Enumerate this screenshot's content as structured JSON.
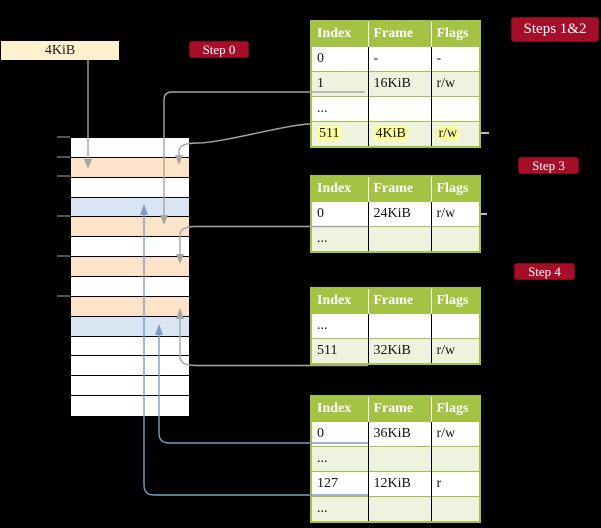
{
  "page_size_label": {
    "text": "4KiB"
  },
  "badges": {
    "step0": "Step 0",
    "steps12": "Steps 1&2",
    "step3": "Step 3",
    "step4": "Step 4"
  },
  "memory": {
    "row_colors": [
      "white",
      "orange",
      "white",
      "blue",
      "orange",
      "white",
      "orange",
      "white",
      "orange",
      "blue",
      "white",
      "white",
      "white",
      "white"
    ]
  },
  "tables": {
    "headers": [
      "Index",
      "Frame",
      "Flags"
    ],
    "t1": {
      "rows": [
        {
          "cells": [
            "0",
            "-",
            "-"
          ]
        },
        {
          "cells": [
            "1",
            "16KiB",
            "r/w"
          ]
        },
        {
          "cells": [
            "...",
            "",
            ""
          ]
        },
        {
          "cells": [
            "511",
            "4KiB",
            "r/w"
          ],
          "highlighted": true
        }
      ]
    },
    "t2": {
      "rows": [
        {
          "cells": [
            "0",
            "24KiB",
            "r/w"
          ]
        },
        {
          "cells": [
            "...",
            "",
            ""
          ]
        }
      ]
    },
    "t3": {
      "rows": [
        {
          "cells": [
            "...",
            "",
            ""
          ]
        },
        {
          "cells": [
            "511",
            "32KiB",
            "r/w"
          ]
        }
      ]
    },
    "t4": {
      "rows": [
        {
          "cells": [
            "0",
            "36KiB",
            "r/w"
          ]
        },
        {
          "cells": [
            "...",
            "",
            ""
          ]
        },
        {
          "cells": [
            "127",
            "12KiB",
            "r"
          ]
        },
        {
          "cells": [
            "...",
            "",
            ""
          ]
        }
      ]
    }
  },
  "colors": {
    "background": "#000000",
    "badge_red": "#a60d28",
    "table_header_green": "#a4c244",
    "table_row_green": "#eef3e0",
    "highlight_yellow": "#ffff9e",
    "memory_row_orange": "#fde3c7",
    "memory_row_blue": "#d9e5f3",
    "page_size_box_cream": "#fdf0cd",
    "arrow_gray": "#a5a5a5",
    "arrow_blue": "#7b9cc5"
  }
}
